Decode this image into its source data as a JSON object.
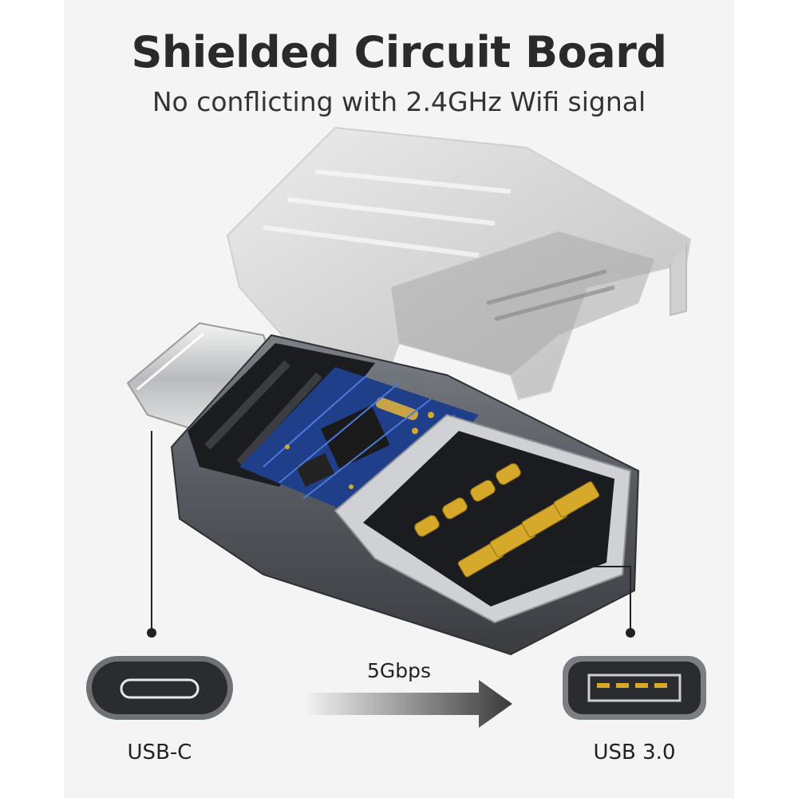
{
  "heading": {
    "title": "Shielded Circuit Board",
    "subtitle": "No conflicting with 2.4GHz Wifi signal"
  },
  "ports": {
    "left_label": "USB-C",
    "right_label": "USB 3.0",
    "speed_label": "5Gbps"
  },
  "colors": {
    "housing": "#5a5d63",
    "pcb": "#1f3f8a",
    "gold": "#d6a92b",
    "cap": "#d9d9d9"
  }
}
